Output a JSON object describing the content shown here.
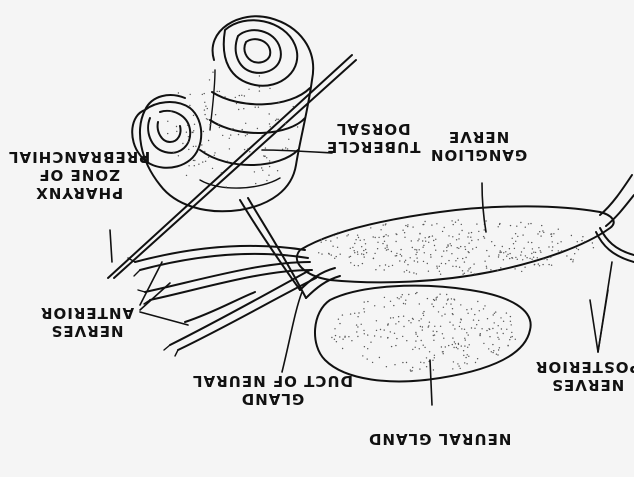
{
  "labels": {
    "dorsal_tubercle": [
      "TUBERCLE",
      "DORSAL"
    ],
    "nerve_ganglion": [
      "GANGLION",
      "NERVE"
    ],
    "prebranchial_zone": [
      "PHARYNX",
      "ZONE OF",
      "PREBRANCHIAL"
    ],
    "anterior_nerves": [
      "NERVES",
      "ANTERIOR"
    ],
    "duct_of_neural_gland": [
      "GLAND",
      "DUCT OF NEURAL"
    ],
    "posterior_nerves": [
      "NERVES",
      "POSTERIOR"
    ],
    "neural_gland": [
      "NEURAL GLAND"
    ]
  },
  "colors": {
    "ink": "#111111",
    "paper": "#f5f5f5",
    "stipple": "#555555"
  }
}
